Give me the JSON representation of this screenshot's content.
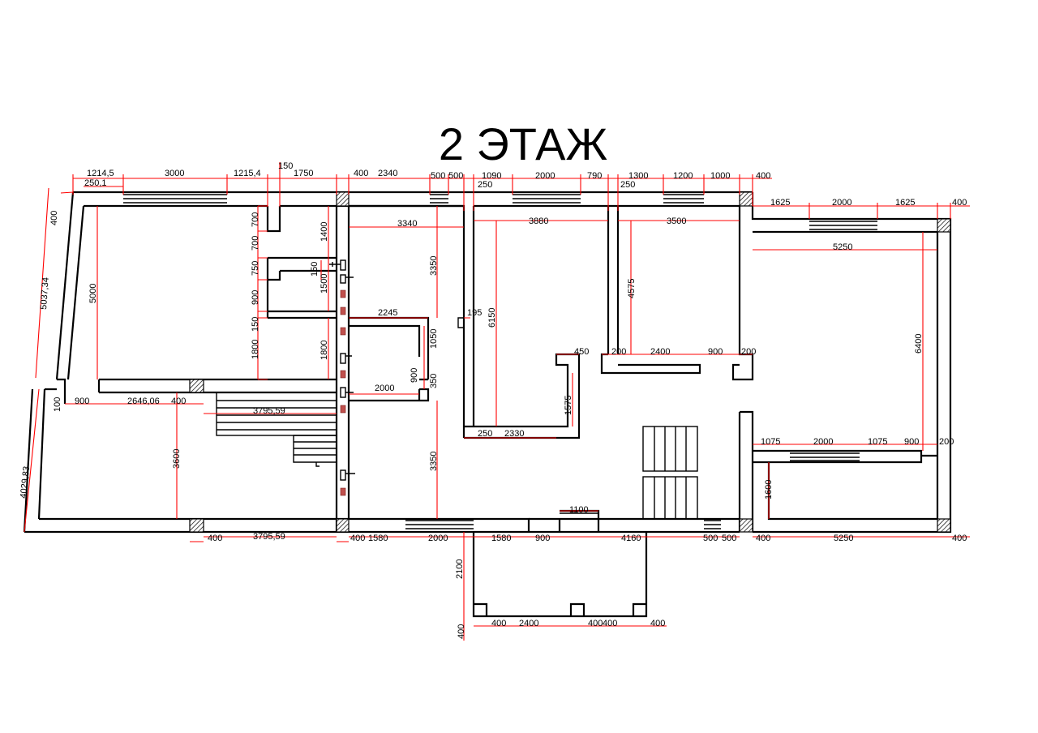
{
  "title": "2 ЭТАЖ",
  "colors": {
    "walls": "#000000",
    "dimensions": "#ff0000",
    "background": "#ffffff"
  },
  "dimensions": [
    "1214,5",
    "250,1",
    "3000",
    "1215,4",
    "150",
    "1750",
    "400",
    "2340",
    "500",
    "500",
    "1090",
    "250",
    "2000",
    "790",
    "1300",
    "250",
    "1200",
    "1000",
    "400",
    "1625",
    "2000",
    "1625",
    "400",
    "400",
    "5037,34",
    "5000",
    "700",
    "700",
    "750",
    "150",
    "900",
    "150",
    "1800",
    "1400",
    "1500",
    "1800",
    "3340",
    "3350",
    "2245",
    "1050",
    "900",
    "350",
    "2000",
    "3880",
    "195",
    "6150",
    "450",
    "1575",
    "250",
    "2330",
    "3500",
    "4575",
    "200",
    "2400",
    "900",
    "200",
    "5250",
    "6400",
    "1075",
    "2000",
    "1075",
    "900",
    "200",
    "1600",
    "100",
    "900",
    "2646,06",
    "400",
    "3795,59",
    "4029,83",
    "3600",
    "3350",
    "1100",
    "400",
    "3795,59",
    "400",
    "1580",
    "2000",
    "1580",
    "900",
    "4160",
    "500",
    "500",
    "400",
    "5250",
    "400",
    "2100",
    "400",
    "400",
    "2400",
    "400",
    "400",
    "400"
  ]
}
